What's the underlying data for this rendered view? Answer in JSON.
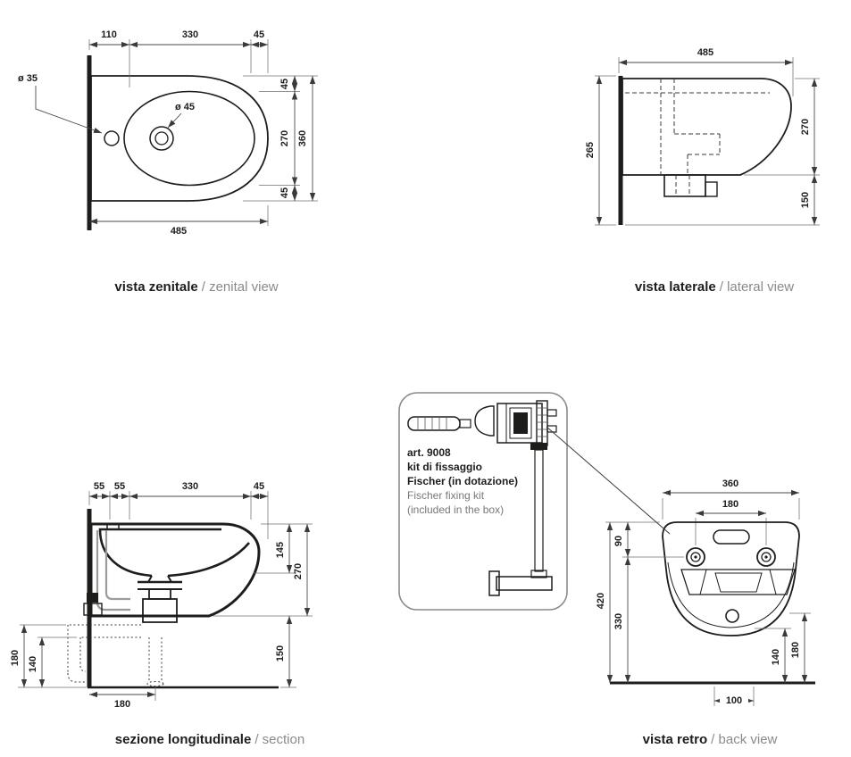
{
  "captions": {
    "zenital": {
      "bold": "vista zenitale",
      "light": "/ zenital view"
    },
    "lateral": {
      "bold": "vista laterale",
      "light": "/ lateral view"
    },
    "section": {
      "bold": "sezione longitudinale",
      "light": "/ section"
    },
    "back": {
      "bold": "vista retro",
      "light": "/ back view"
    }
  },
  "zenital": {
    "dims": {
      "w110": "110",
      "w330": "330",
      "w45": "45",
      "dia35": "ø 35",
      "dia45": "ø 45",
      "h45a": "45",
      "h270": "270",
      "h45b": "45",
      "h360": "360",
      "w485": "485"
    }
  },
  "lateral": {
    "dims": {
      "w485": "485",
      "h265": "265",
      "h270": "270",
      "h150": "150"
    }
  },
  "section": {
    "dims": {
      "w55a": "55",
      "w55b": "55",
      "w330": "330",
      "w45": "45",
      "h145": "145",
      "h270": "270",
      "h150": "150",
      "h180": "180",
      "h140": "140",
      "w180": "180"
    }
  },
  "back": {
    "dims": {
      "w360": "360",
      "w180": "180",
      "h90": "90",
      "h420": "420",
      "h330": "330",
      "h140": "140",
      "h180": "180",
      "w100": "100"
    }
  },
  "kit": {
    "art": "art. 9008",
    "line2": "kit di fissaggio",
    "line3": "Fischer (in dotazione)",
    "line4": "Fischer fixing kit",
    "line5": "(included in the box)"
  },
  "colors": {
    "ink": "#1d1d1b",
    "muted": "#8a8a8a"
  }
}
